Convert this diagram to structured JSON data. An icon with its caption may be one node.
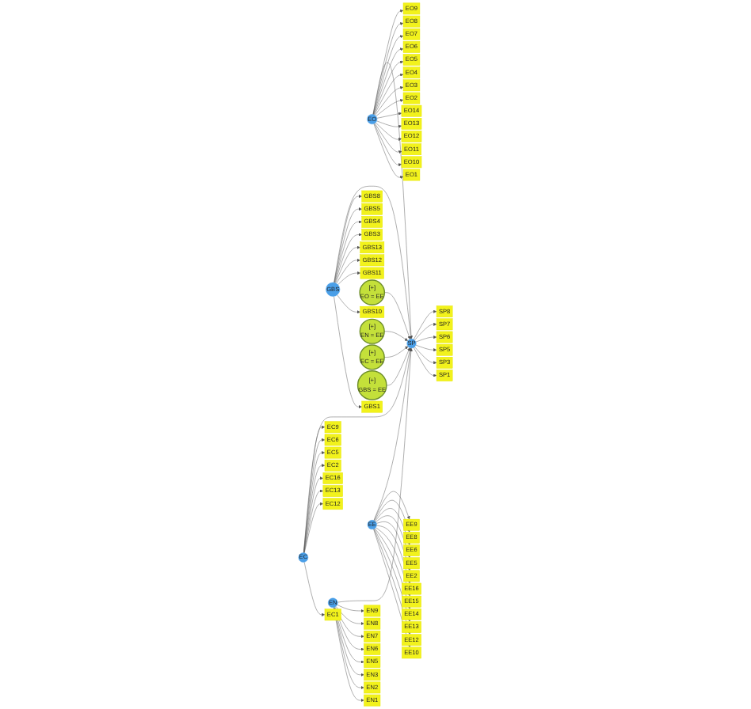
{
  "diagram": {
    "nodes": [
      {
        "text": [
          "EC"
        ]
      },
      {
        "text": [
          "EC1"
        ]
      },
      {
        "text": [
          "EC12"
        ]
      },
      {
        "text": [
          "EC13"
        ]
      },
      {
        "text": [
          "EC16"
        ]
      },
      {
        "text": [
          "EC2"
        ]
      },
      {
        "text": [
          "EC5"
        ]
      },
      {
        "text": [
          "EC6"
        ]
      },
      {
        "text": [
          "EC9"
        ]
      },
      {
        "text": [
          "GBS"
        ]
      },
      {
        "text": [
          "GBS1"
        ]
      },
      {
        "text": [
          "GBS10"
        ]
      },
      {
        "text": [
          "GBS11"
        ]
      },
      {
        "text": [
          "GBS12"
        ]
      },
      {
        "text": [
          "GBS13"
        ]
      },
      {
        "text": [
          "GBS3"
        ]
      },
      {
        "text": [
          "GBS4"
        ]
      },
      {
        "text": [
          "GBS5"
        ]
      },
      {
        "text": [
          "GBS8"
        ]
      },
      {
        "text": [
          "SP"
        ]
      },
      {
        "text": [
          "SP1"
        ]
      },
      {
        "text": [
          "SP3"
        ]
      },
      {
        "text": [
          "SP5"
        ]
      },
      {
        "text": [
          "SP6"
        ]
      },
      {
        "text": [
          "SP7"
        ]
      },
      {
        "text": [
          "SP8"
        ]
      },
      {
        "text": [
          "[+]",
          "EO = EE"
        ]
      },
      {
        "text": [
          "EO"
        ]
      },
      {
        "text": [
          "EO1"
        ]
      },
      {
        "text": [
          "EO10"
        ]
      },
      {
        "text": [
          "EO11"
        ]
      },
      {
        "text": [
          "EO12"
        ]
      },
      {
        "text": [
          "EO13"
        ]
      },
      {
        "text": [
          "EO14"
        ]
      },
      {
        "text": [
          "EO2"
        ]
      },
      {
        "text": [
          "EO3"
        ]
      },
      {
        "text": [
          "EO4"
        ]
      },
      {
        "text": [
          "EO5"
        ]
      },
      {
        "text": [
          "EO6"
        ]
      },
      {
        "text": [
          "EO7"
        ]
      },
      {
        "text": [
          "EO8"
        ]
      },
      {
        "text": [
          "EO9"
        ]
      },
      {
        "text": [
          "[+]",
          "EN = EE"
        ]
      },
      {
        "text": [
          "[+]",
          "EC = EE"
        ]
      },
      {
        "text": [
          "[+]",
          "GBS = EE"
        ]
      },
      {
        "text": [
          "EN"
        ]
      },
      {
        "text": [
          "EN1"
        ]
      },
      {
        "text": [
          "EN2"
        ]
      },
      {
        "text": [
          "EN3"
        ]
      },
      {
        "text": [
          "EN5"
        ]
      },
      {
        "text": [
          "EN6"
        ]
      },
      {
        "text": [
          "EN7"
        ]
      },
      {
        "text": [
          "EN8"
        ]
      },
      {
        "text": [
          "EN9"
        ]
      },
      {
        "text": [
          "EE"
        ]
      },
      {
        "text": [
          "EE10"
        ]
      },
      {
        "text": [
          "EE12"
        ]
      },
      {
        "text": [
          "EE13"
        ]
      },
      {
        "text": [
          "EE14"
        ]
      },
      {
        "text": [
          "EE15"
        ]
      },
      {
        "text": [
          "EE16"
        ]
      },
      {
        "text": [
          "EE2"
        ]
      },
      {
        "text": [
          "EE5"
        ]
      },
      {
        "text": [
          "EE6"
        ]
      },
      {
        "text": [
          "EE8"
        ]
      },
      {
        "text": [
          "EE9"
        ]
      }
    ],
    "edges": [
      {
        "from": 0,
        "to": 1,
        "arrow": "to"
      },
      {
        "from": 0,
        "to": 2,
        "arrow": "to"
      },
      {
        "from": 0,
        "to": 3,
        "arrow": "to"
      },
      {
        "from": 0,
        "to": 4,
        "arrow": "to"
      },
      {
        "from": 0,
        "to": 5,
        "arrow": "to"
      },
      {
        "from": 0,
        "to": 6,
        "arrow": "to"
      },
      {
        "from": 0,
        "to": 7,
        "arrow": "to"
      },
      {
        "from": 0,
        "to": 8,
        "arrow": "to"
      },
      {
        "from": 9,
        "to": 10,
        "arrow": "to"
      },
      {
        "from": 9,
        "to": 11,
        "arrow": "to"
      },
      {
        "from": 9,
        "to": 12,
        "arrow": "to"
      },
      {
        "from": 9,
        "to": 13,
        "arrow": "to"
      },
      {
        "from": 9,
        "to": 14,
        "arrow": "to"
      },
      {
        "from": 9,
        "to": 15,
        "arrow": "to"
      },
      {
        "from": 9,
        "to": 16,
        "arrow": "to"
      },
      {
        "from": 9,
        "to": 17,
        "arrow": "to"
      },
      {
        "from": 9,
        "to": 18,
        "arrow": "to"
      },
      {
        "from": 19,
        "to": 20,
        "arrow": "to"
      },
      {
        "from": 19,
        "to": 21,
        "arrow": "to"
      },
      {
        "from": 19,
        "to": 22,
        "arrow": "to"
      },
      {
        "from": 19,
        "to": 23,
        "arrow": "to"
      },
      {
        "from": 19,
        "to": 24,
        "arrow": "to"
      },
      {
        "from": 19,
        "to": 25,
        "arrow": "to"
      },
      {
        "from": 27,
        "to": 28,
        "arrow": "to"
      },
      {
        "from": 27,
        "to": 29,
        "arrow": "to"
      },
      {
        "from": 27,
        "to": 30,
        "arrow": "to"
      },
      {
        "from": 27,
        "to": 31,
        "arrow": "to"
      },
      {
        "from": 27,
        "to": 32,
        "arrow": "to"
      },
      {
        "from": 27,
        "to": 33,
        "arrow": "to"
      },
      {
        "from": 27,
        "to": 34,
        "arrow": "to"
      },
      {
        "from": 27,
        "to": 35,
        "arrow": "to"
      },
      {
        "from": 27,
        "to": 36,
        "arrow": "to"
      },
      {
        "from": 27,
        "to": 37,
        "arrow": "to"
      },
      {
        "from": 27,
        "to": 38,
        "arrow": "to"
      },
      {
        "from": 27,
        "to": 39,
        "arrow": "to"
      },
      {
        "from": 27,
        "to": 40,
        "arrow": "to"
      },
      {
        "from": 27,
        "to": 41,
        "arrow": "to"
      },
      {
        "from": 45,
        "to": 46,
        "arrow": "to"
      },
      {
        "from": 45,
        "to": 47,
        "arrow": "to"
      },
      {
        "from": 45,
        "to": 48,
        "arrow": "to"
      },
      {
        "from": 45,
        "to": 49,
        "arrow": "to"
      },
      {
        "from": 45,
        "to": 50,
        "arrow": "to"
      },
      {
        "from": 45,
        "to": 51,
        "arrow": "to"
      },
      {
        "from": 45,
        "to": 52,
        "arrow": "to"
      },
      {
        "from": 45,
        "to": 53,
        "arrow": "to"
      },
      {
        "from": 54,
        "to": 55,
        "arrow": "to"
      },
      {
        "from": 54,
        "to": 56,
        "arrow": "to"
      },
      {
        "from": 54,
        "to": 57,
        "arrow": "to"
      },
      {
        "from": 54,
        "to": 58,
        "arrow": "to"
      },
      {
        "from": 54,
        "to": 59,
        "arrow": "to"
      },
      {
        "from": 54,
        "to": 60,
        "arrow": "to"
      },
      {
        "from": 54,
        "to": 61,
        "arrow": "to"
      },
      {
        "from": 54,
        "to": 62,
        "arrow": "to"
      },
      {
        "from": 54,
        "to": 63,
        "arrow": "to"
      },
      {
        "from": 54,
        "to": 64,
        "arrow": "to"
      },
      {
        "from": 54,
        "to": 65,
        "arrow": "to"
      },
      {
        "from": 0,
        "to": 19,
        "arrow": "to"
      },
      {
        "from": 9,
        "to": 19,
        "arrow": "to"
      },
      {
        "from": 26,
        "to": 19,
        "arrow": "to"
      },
      {
        "from": 27,
        "to": 19,
        "arrow": "to"
      },
      {
        "from": 42,
        "to": 19,
        "arrow": "to"
      },
      {
        "from": 43,
        "to": 19,
        "arrow": "to"
      },
      {
        "from": 44,
        "to": 19,
        "arrow": "to"
      },
      {
        "from": 45,
        "to": 19,
        "arrow": "to"
      },
      {
        "from": 54,
        "to": 19,
        "arrow": "to"
      }
    ]
  }
}
